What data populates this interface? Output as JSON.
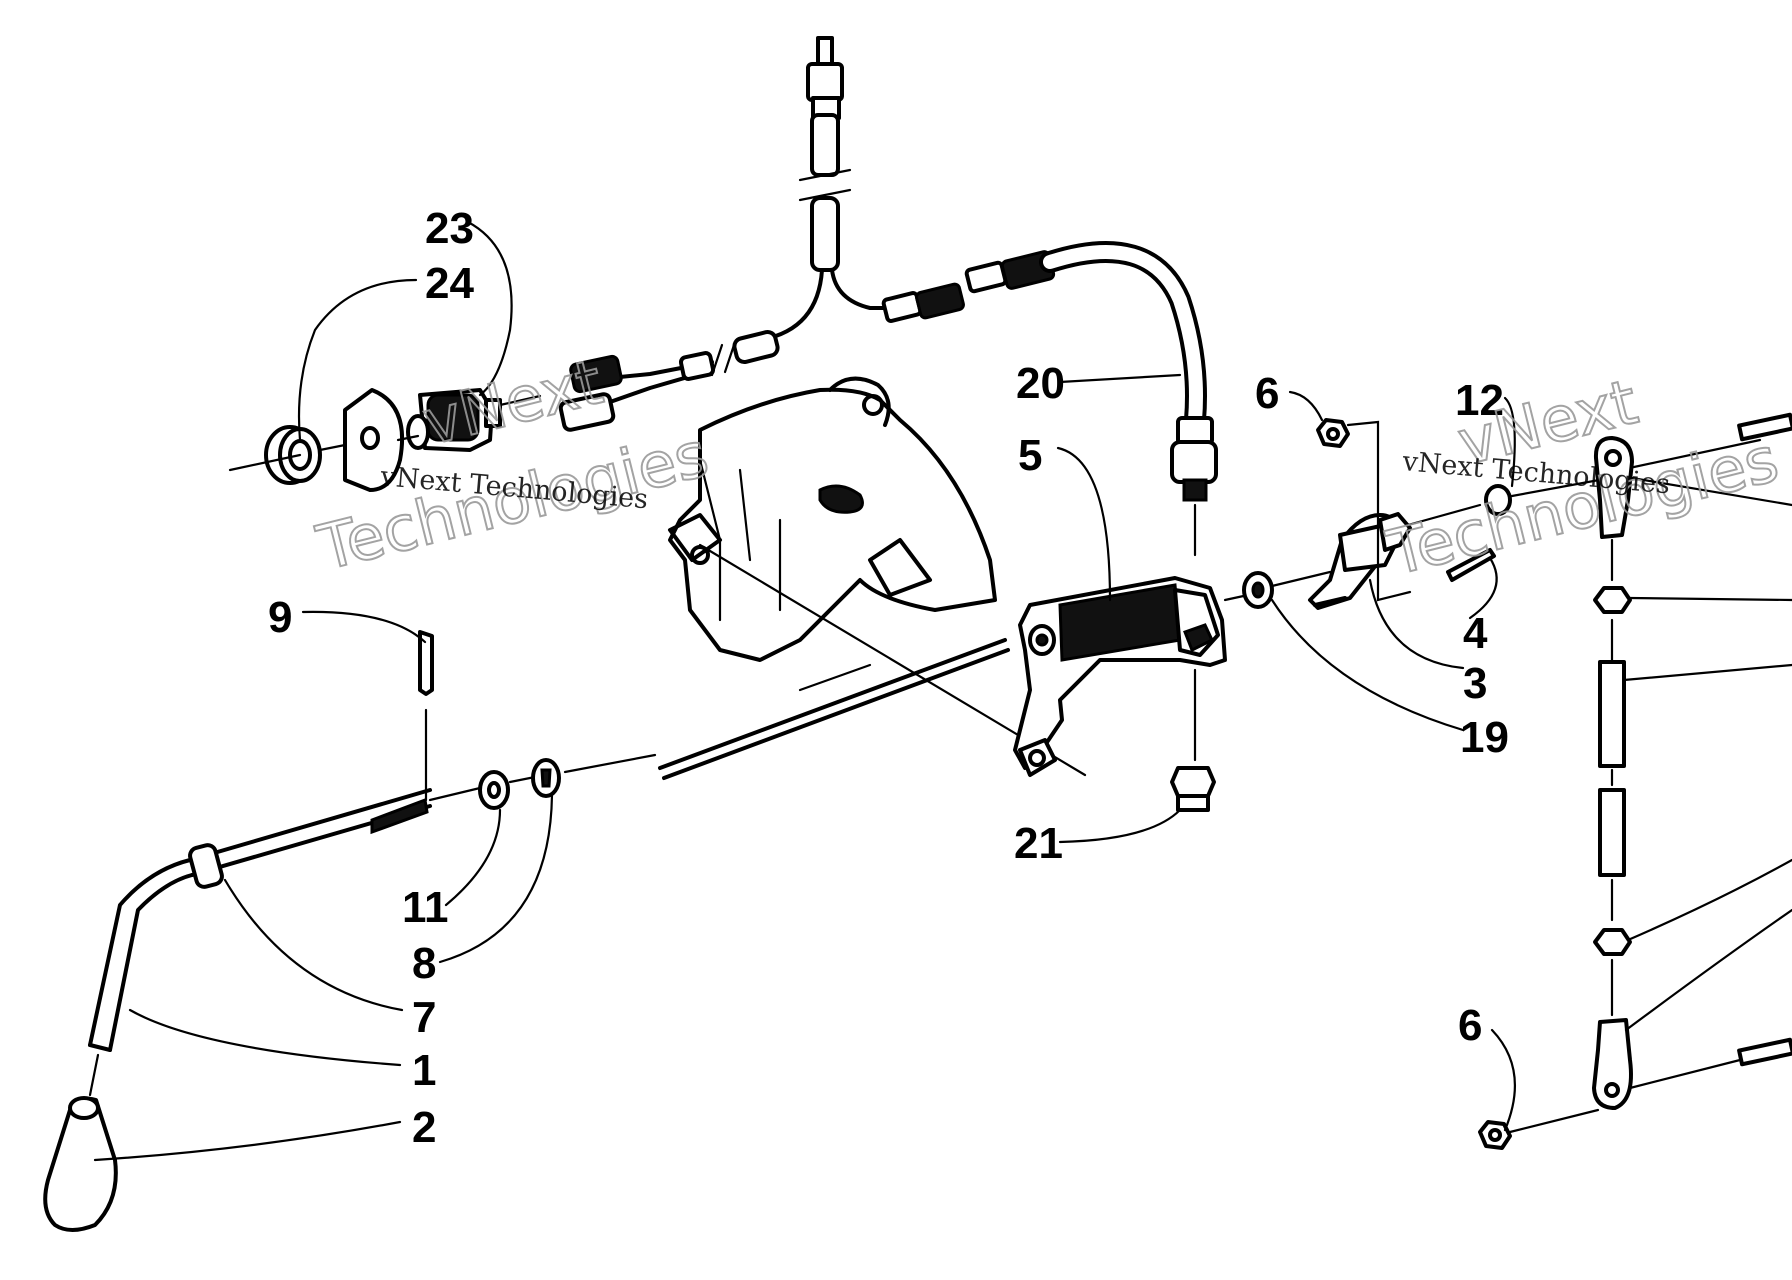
{
  "diagram": {
    "callouts": [
      "23",
      "24",
      "20",
      "6",
      "12",
      "5",
      "9",
      "4",
      "3",
      "19",
      "21",
      "11",
      "8",
      "7",
      "1",
      "2",
      "6"
    ]
  },
  "watermark": {
    "text": "vNext Technologies",
    "line1": "vNext",
    "line2": "Technologies"
  }
}
